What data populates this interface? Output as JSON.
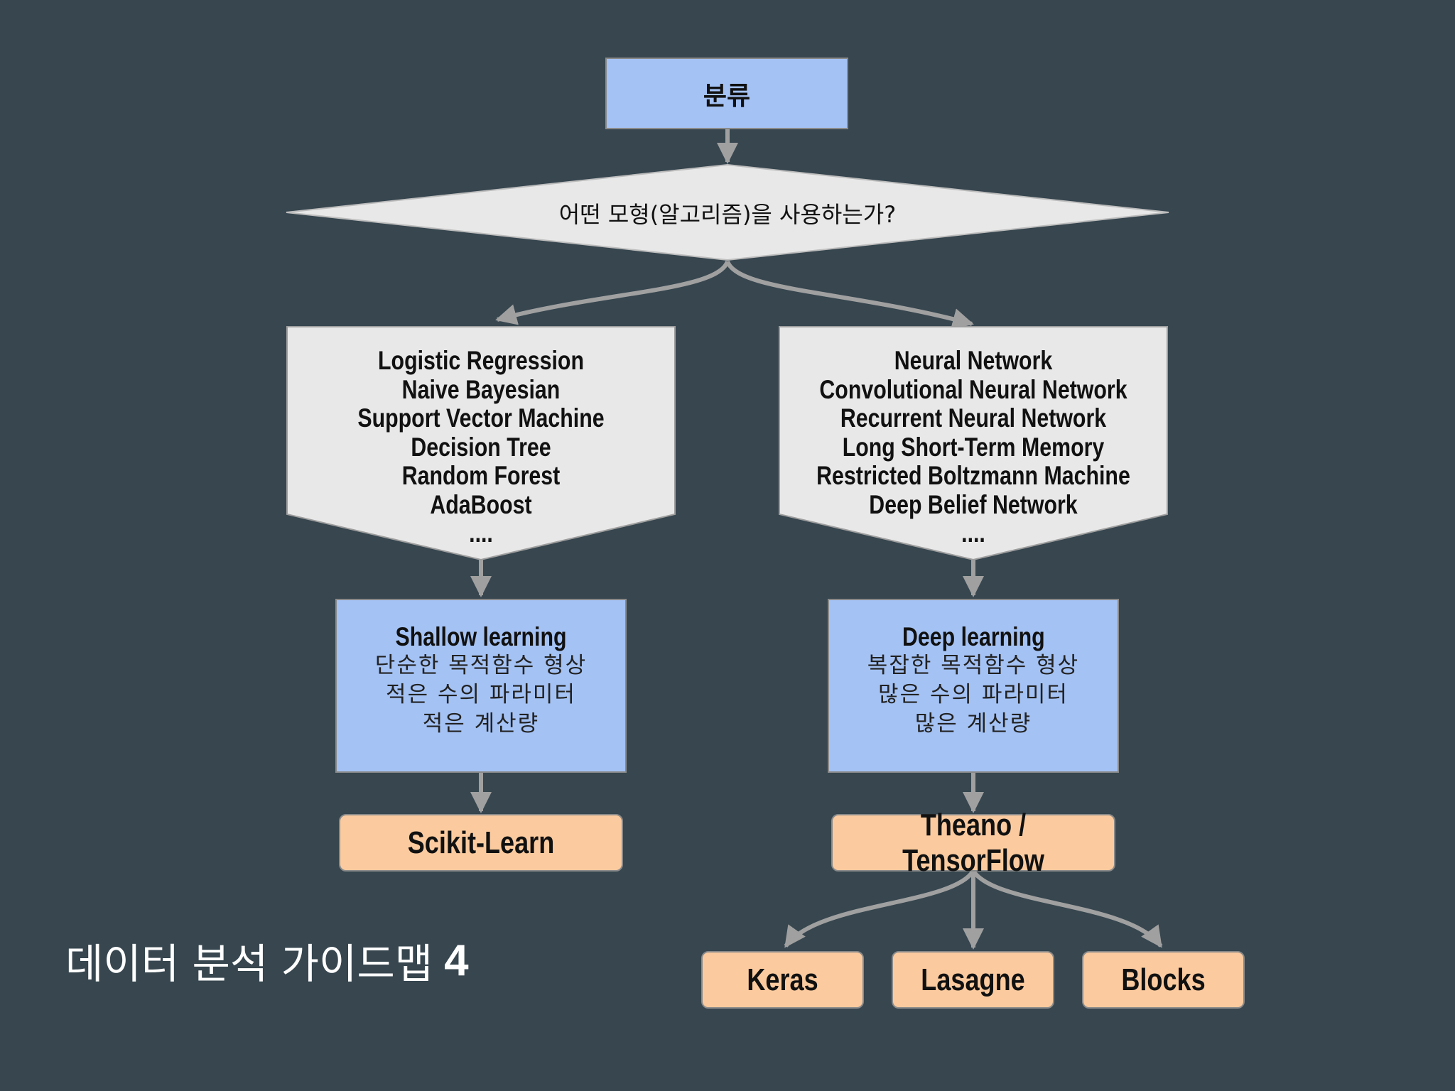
{
  "diagram": {
    "top": {
      "label": "분류"
    },
    "decision": {
      "label": "어떤 모형(알고리즘)을 사용하는가?"
    },
    "left_models": {
      "items": [
        "Logistic Regression",
        "Naive Bayesian",
        "Support Vector Machine",
        "Decision Tree",
        "Random Forest",
        "AdaBoost",
        "...."
      ]
    },
    "right_models": {
      "items": [
        "Neural Network",
        "Convolutional Neural Network",
        "Recurrent Neural Network",
        "Long Short-Term Memory",
        "Restricted Boltzmann Machine",
        "Deep Belief Network",
        "...."
      ]
    },
    "shallow": {
      "title": "Shallow learning",
      "lines": [
        "단순한 목적함수 형상",
        "적은 수의 파라미터",
        "적은 계산량"
      ]
    },
    "deep": {
      "title": "Deep learning",
      "lines": [
        "복잡한 목적함수 형상",
        "많은 수의 파라미터",
        "많은 계산량"
      ]
    },
    "scikit": {
      "label": "Scikit-Learn"
    },
    "theano": {
      "label": "Theano / TensorFlow"
    },
    "keras": {
      "label": "Keras"
    },
    "lasagne": {
      "label": "Lasagne"
    },
    "blocks": {
      "label": "Blocks"
    }
  },
  "footer": {
    "title": "데이터 분석 가이드맵",
    "number": "4"
  },
  "colors": {
    "background": "#37464f",
    "blue_box": "#a4c2f4",
    "gray_box": "#e8e8e8",
    "orange_box": "#fbcb9f",
    "arrow": "#9e9e9e"
  }
}
